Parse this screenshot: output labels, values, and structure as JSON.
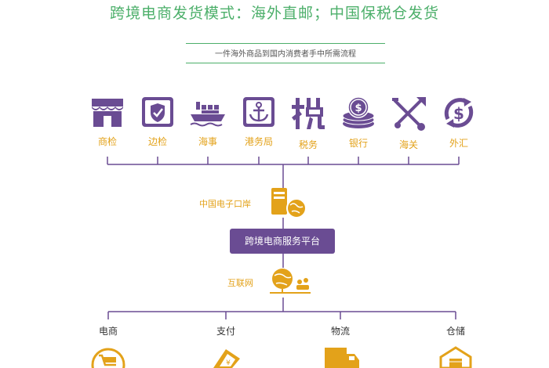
{
  "header": {
    "title": "跨境电商发货模式：海外直邮；中国保税仓发货",
    "subtitle": "一件海外商品到国内消费者手中所需流程"
  },
  "agencies": [
    {
      "label": "商检",
      "icon": "storefront-icon"
    },
    {
      "label": "边检",
      "icon": "shield-check-icon"
    },
    {
      "label": "海事",
      "icon": "cargo-ship-icon"
    },
    {
      "label": "港务局",
      "icon": "anchor-icon"
    },
    {
      "label": "税务",
      "icon": "tax-character-icon"
    },
    {
      "label": "银行",
      "icon": "coin-stack-icon"
    },
    {
      "label": "海关",
      "icon": "crossed-tools-icon"
    },
    {
      "label": "外汇",
      "icon": "currency-exchange-icon"
    }
  ],
  "flow": {
    "port_label": "中国电子口岸",
    "platform_label": "跨境电商服务平台",
    "internet_label": "互联网"
  },
  "services": [
    {
      "label": "电商",
      "icon": "shopping-cart-icon"
    },
    {
      "label": "支付",
      "icon": "payment-card-icon"
    },
    {
      "label": "物流",
      "icon": "delivery-truck-icon"
    },
    {
      "label": "仓储",
      "icon": "warehouse-icon"
    }
  ],
  "colors": {
    "primary": "#6a4c93",
    "accent": "#e3a21a",
    "title": "#4caf6a"
  }
}
